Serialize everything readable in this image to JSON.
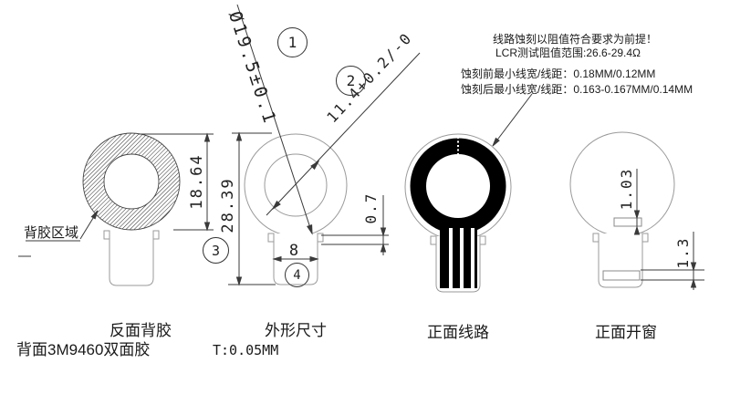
{
  "notes": {
    "requirement": "线路蚀刻以阻值符合要求为前提！",
    "lcr_range": "LCR测试阻值范围:26.6-29.4Ω",
    "pre_etch": "蚀刻前最小线宽/线距：0.18MM/0.12MM",
    "post_etch": "蚀刻后最小线宽/线距：0.163-0.167MM/0.14MM"
  },
  "dims": {
    "outer_diameter": "Ø19.5±0.1",
    "inner_diameter": "11.4+0.2/-0",
    "adhesive_outer": "18.64",
    "overall_height": "28.39",
    "tab_width": "8",
    "step_height": "0.7",
    "window_height": "1.03",
    "tail_window_height": "1.3"
  },
  "balloons": {
    "b1": "1",
    "b2": "2",
    "b3": "3",
    "b4": "4"
  },
  "labels": {
    "adhesive_area": "背胶区域",
    "view_back_adhesive": "反面背胶",
    "view_outline": "外形尺寸",
    "view_front_circuit": "正面线路",
    "view_front_window": "正面开窗",
    "backing_material": "背面3M9460双面胶",
    "thickness": "T:0.05MM"
  },
  "colors": {
    "background": "#ffffff",
    "outline": "#9a9a9a",
    "dimension": "#3a3a3a",
    "ink": "#1a1a1a",
    "trace_fill": "#000000"
  }
}
